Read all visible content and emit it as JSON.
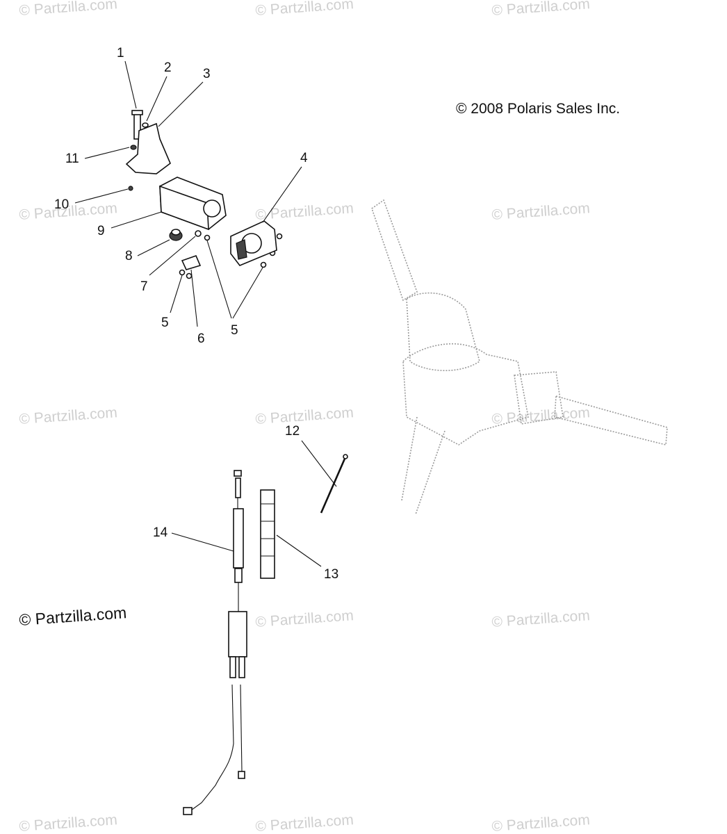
{
  "copyright": "© 2008 Polaris Sales Inc.",
  "watermark_light": "© Partzilla.com",
  "watermark_dark": "© Partzilla.com",
  "callouts": [
    "1",
    "2",
    "3",
    "4",
    "5",
    "5",
    "6",
    "7",
    "8",
    "9",
    "10",
    "11",
    "12",
    "13",
    "14"
  ]
}
